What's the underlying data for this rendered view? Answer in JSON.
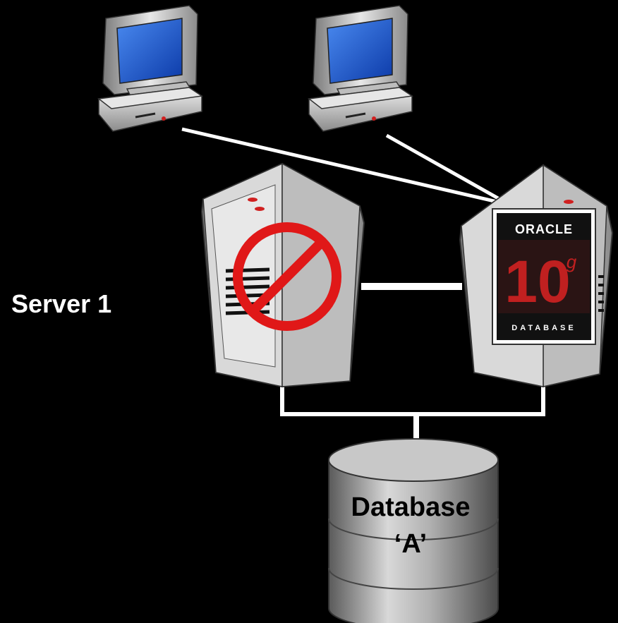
{
  "labels": {
    "server": "Server 1",
    "database_line1": "Database",
    "database_line2": "‘A’"
  },
  "oracle_badge": {
    "brand": "ORACLE",
    "version": "10",
    "suffix": "g",
    "product": "DATABASE"
  },
  "icons": {
    "client_1": "desktop-computer-icon",
    "client_2": "desktop-computer-icon",
    "server_1": "tower-server-icon",
    "server_2": "tower-server-icon",
    "prohibited": "no-entry-icon",
    "database": "database-cylinder-icon"
  },
  "colors": {
    "background": "#000000",
    "connector": "#ffffff",
    "screen": "#1e5ad8",
    "prohibited": "#e01818",
    "oracle_red": "#c02020",
    "text": "#ffffff"
  }
}
